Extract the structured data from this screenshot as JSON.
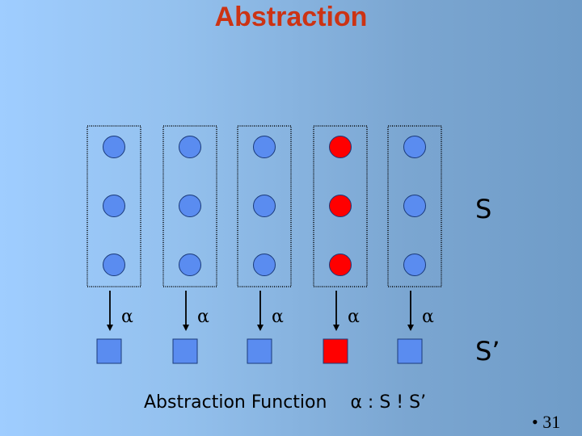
{
  "title": "Abstraction",
  "labels": {
    "state_space": "S",
    "abstract_space": "S’"
  },
  "caption": {
    "text": "Abstraction Function",
    "formula": "α : S ! S’"
  },
  "alpha_symbol": "α",
  "page_number": "• 31",
  "colors": {
    "normal_fill": "#5a8cf0",
    "highlight_fill": "#ff0000",
    "stroke": "#1a3a7a",
    "title": "#cc3314"
  },
  "columns": [
    {
      "id": "c1",
      "highlighted": false
    },
    {
      "id": "c2",
      "highlighted": false
    },
    {
      "id": "c3",
      "highlighted": false
    },
    {
      "id": "c4",
      "highlighted": true
    },
    {
      "id": "c5",
      "highlighted": false
    }
  ]
}
